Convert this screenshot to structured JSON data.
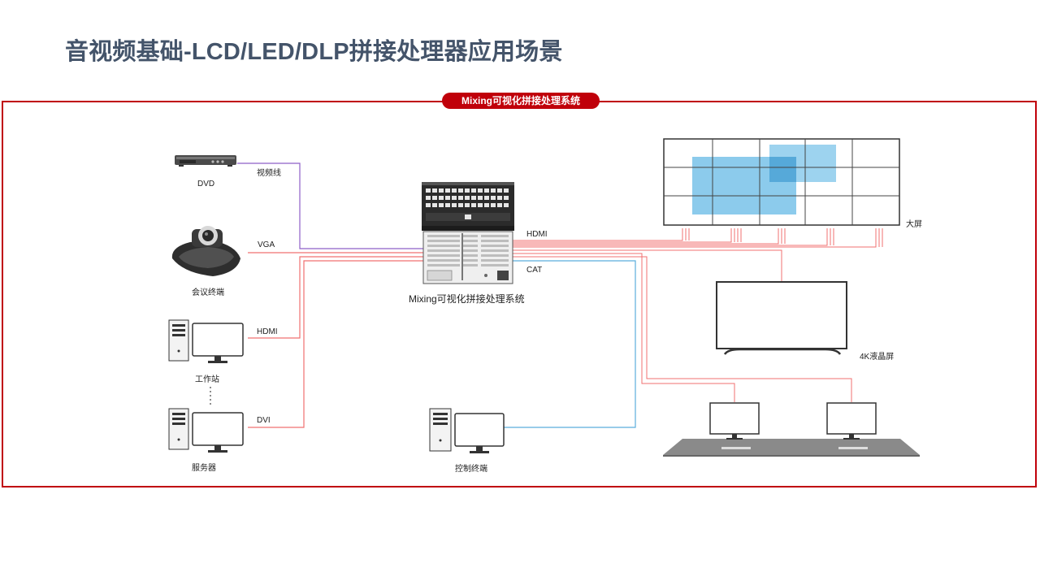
{
  "slide": {
    "title": "音视频基础-LCD/LED/DLP拼接处理器应用场景"
  },
  "diagram": {
    "badge": "Mixing可视化拼接处理系统",
    "processor_label": "Mixing可视化拼接处理系统",
    "sources": {
      "dvd": {
        "label": "DVD",
        "cable": "视频线"
      },
      "conference": {
        "label": "会议终端",
        "cable": "VGA"
      },
      "workstation": {
        "label": "工作站",
        "cable": "HDMI"
      },
      "server": {
        "label": "服务器",
        "cable": "DVI"
      }
    },
    "outputs": {
      "hdmi": "HDMI",
      "cat": "CAT",
      "videowall": "大屏",
      "lcd4k": "4K液晶屏",
      "control_terminal": "控制终端"
    },
    "colors": {
      "frame": "#c0000a",
      "video_line": "#8e5fc8",
      "signal_line": "#f07070",
      "cat_line": "#5aaedc",
      "wall_window": "#8ccbec",
      "title": "#44546a"
    }
  }
}
